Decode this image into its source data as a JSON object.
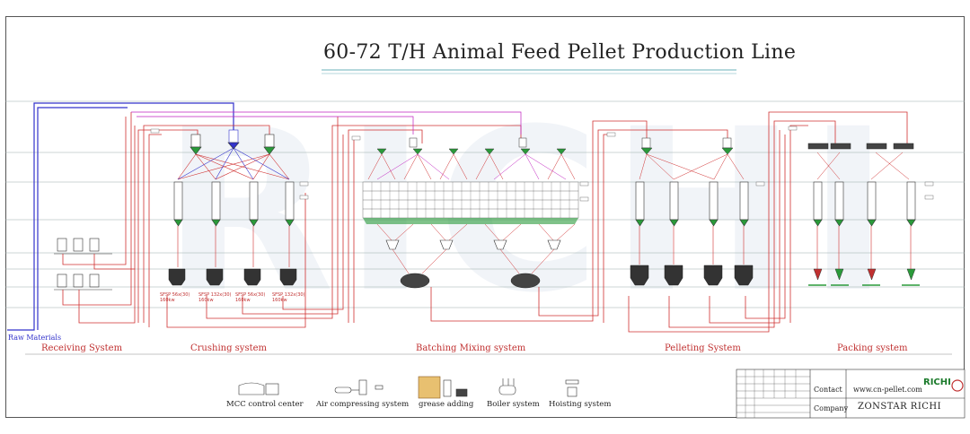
{
  "title": "60-72 T/H Animal Feed Pellet Production Line",
  "raw_materials_label": "Raw Materials",
  "systems": [
    {
      "label": "Receiving System"
    },
    {
      "label": "Crushing system"
    },
    {
      "label": "Batching Mixing system"
    },
    {
      "label": "Pelleting System"
    },
    {
      "label": "Packing system"
    }
  ],
  "legend": [
    {
      "label": "MCC control center",
      "icon": "mcc-cabinet-icon"
    },
    {
      "label": "Air compressing system",
      "icon": "air-compressor-icon"
    },
    {
      "label": "grease adding",
      "icon": "grease-adding-icon"
    },
    {
      "label": "Boiler system",
      "icon": "boiler-icon"
    },
    {
      "label": "Hoisting system",
      "icon": "hoist-icon"
    }
  ],
  "title_block": {
    "contact_label": "Contact",
    "contact_value": "www.cn-pellet.com",
    "company_label": "Company",
    "company_value": "ZONSTAR RICHI",
    "logo_text": "RICHI"
  },
  "crusher_labels": [
    {
      "line1": "SFSP 56x(30)",
      "line2": "160kw"
    },
    {
      "line1": "SFSP 132x(30)",
      "line2": "160kw"
    },
    {
      "line1": "SFSP 56x(30)",
      "line2": "160kw"
    },
    {
      "line1": "SFSP 132x(30)",
      "line2": "160kw"
    }
  ],
  "colors": {
    "pipe_red": "#d03030",
    "pipe_blue": "#3333cc",
    "pipe_magenta": "#c020c0",
    "title_underline": "#6ab0b8",
    "green_cone": "#2a9a3a",
    "watermark": "#7896be"
  }
}
